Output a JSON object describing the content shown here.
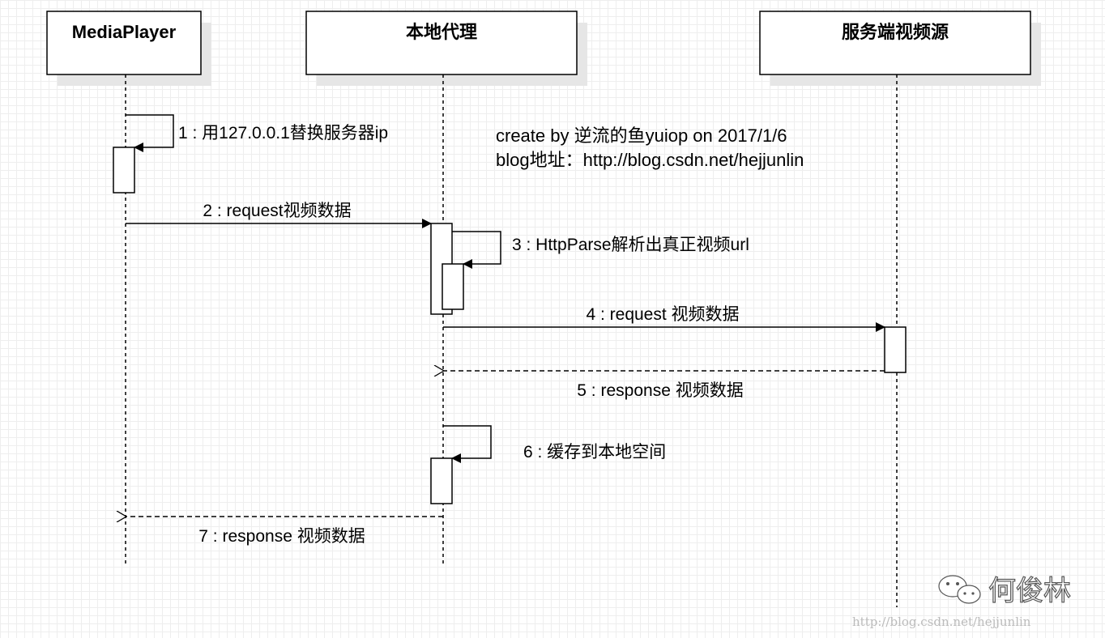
{
  "participants": [
    {
      "name": "MediaPlayer"
    },
    {
      "name": "本地代理"
    },
    {
      "name": "服务端视频源"
    }
  ],
  "messages": [
    {
      "label": "1 : 用127.0.0.1替换服务器ip",
      "kind": "self"
    },
    {
      "label": "2 : request视频数据",
      "kind": "sync"
    },
    {
      "label": "3 : HttpParse解析出真正视频url",
      "kind": "self"
    },
    {
      "label": "4 : request 视频数据",
      "kind": "sync"
    },
    {
      "label": "5 : response 视频数据",
      "kind": "return"
    },
    {
      "label": "6 : 缓存到本地空间",
      "kind": "self"
    },
    {
      "label": "7 : response 视频数据",
      "kind": "return"
    }
  ],
  "note": {
    "line1": "create by 逆流的鱼yuiop on 2017/1/6",
    "line2": "blog地址：http://blog.csdn.net/hejjunlin"
  },
  "watermark": {
    "name": "何俊林",
    "url": "http://blog.csdn.net/hejjunlin",
    "icon": "wechat-icon"
  }
}
